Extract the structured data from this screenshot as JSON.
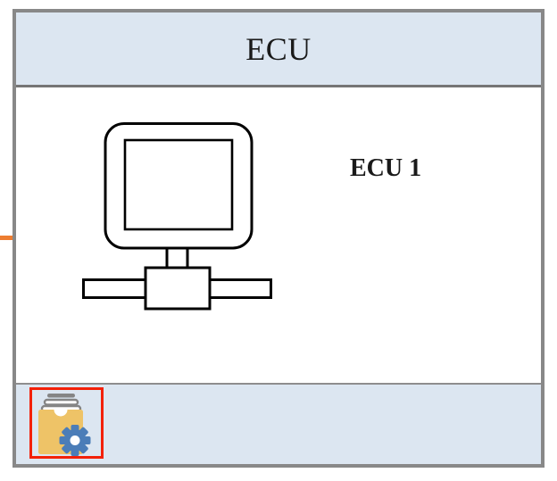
{
  "compartment": {
    "title": "ECU",
    "node_label": "ECU 1"
  },
  "icons": {
    "device": "network-computer-icon",
    "footer_tool": "archive-settings-icon",
    "left_edge": "orange-connector-line"
  },
  "colors": {
    "panel_blue": "#dce6f1",
    "frame_gray": "#888888",
    "divider_gray": "#757575",
    "selection_red": "#f32108",
    "connector_orange": "#ed7d31",
    "box_yellow": "#eec367",
    "gear_blue": "#4b7db8",
    "stack_gray": "#858585",
    "text_black": "#1a1a1a"
  }
}
